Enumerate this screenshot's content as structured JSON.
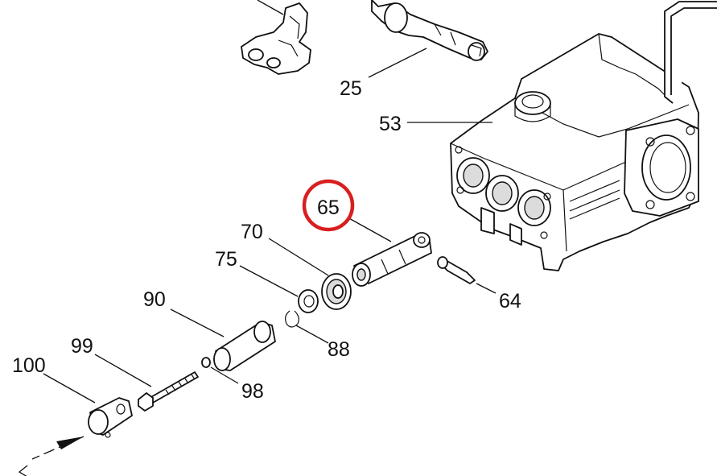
{
  "callouts": {
    "c25": "25",
    "c53": "53",
    "c65": "65",
    "c70": "70",
    "c75": "75",
    "c90": "90",
    "c64": "64",
    "c88": "88",
    "c99": "99",
    "c100": "100",
    "c98": "98"
  },
  "highlighted_callout": "65",
  "colors": {
    "highlight": "#d81f1f",
    "line": "#111111",
    "background": "#ffffff"
  }
}
